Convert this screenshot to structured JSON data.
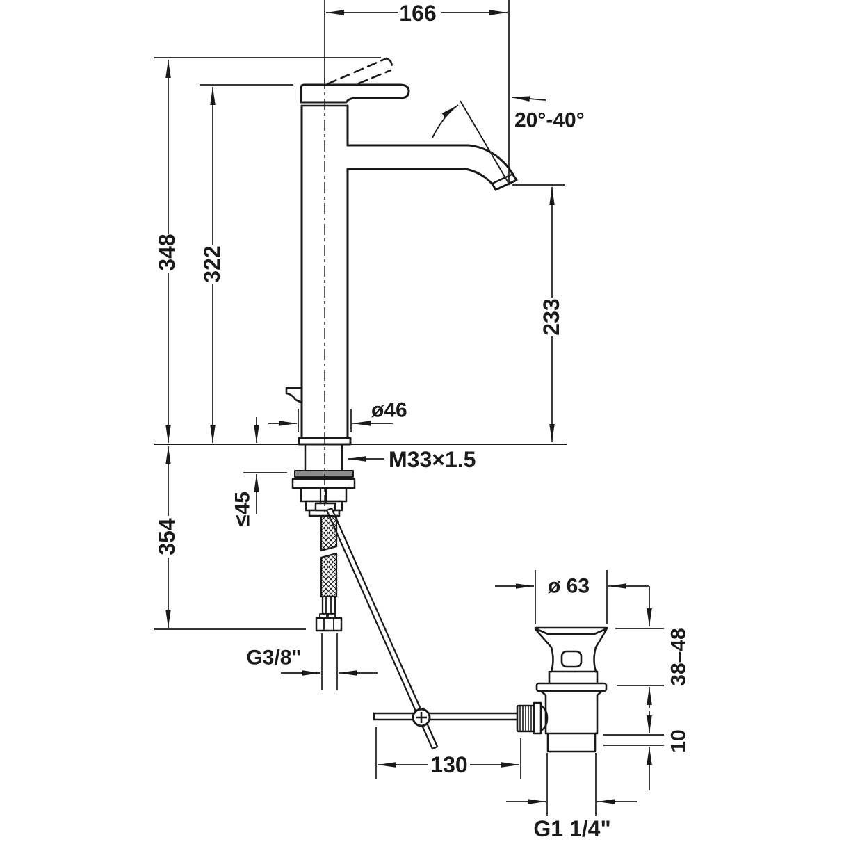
{
  "drawing": {
    "type": "technical-dimension-drawing",
    "subject": "single-lever basin mixer tap with pop-up waste drain, side elevation",
    "units": "mm",
    "line_color": "#1a1a1a",
    "background_color": "#ffffff"
  },
  "labels": {
    "dim_166": "166",
    "angle_range": "20°-40°",
    "dim_348": "348",
    "dim_322": "322",
    "dim_233": "233",
    "dia_46": "ø46",
    "thread_m33": "M33×1.5",
    "max_thickness_45": "≤45",
    "dim_354": "354",
    "thread_g38": "G3/8\"",
    "dim_130": "130",
    "dia_63": "ø 63",
    "range_38_48": "38–48",
    "dim_10": "10",
    "thread_g114": "G1 1/4\""
  },
  "components": [
    "mixer-tap-body",
    "lever-handle",
    "raised-handle-dashed-position",
    "curved-spout",
    "mounting-flange",
    "threaded-shank",
    "seal-washer",
    "mounting-nut",
    "flexible-supply-hose",
    "hose-hex-nut",
    "pop-up-pull-rod",
    "horizontal-lever-rod",
    "pop-up-waste-drain",
    "overflow-slot",
    "knurled-coupling-nut",
    "drain-tailpiece"
  ]
}
